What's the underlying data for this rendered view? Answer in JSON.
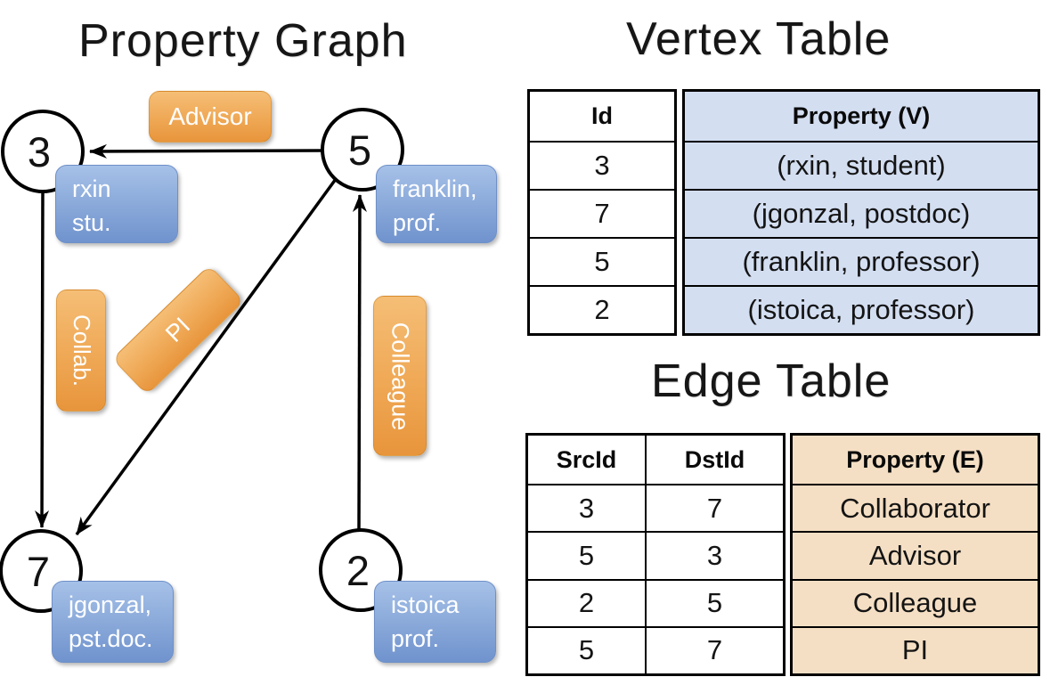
{
  "graph": {
    "title": "Property Graph",
    "vertices": [
      {
        "id": "3",
        "label_lines": [
          "rxin",
          "stu."
        ]
      },
      {
        "id": "5",
        "label_lines": [
          "franklin,",
          "prof."
        ]
      },
      {
        "id": "7",
        "label_lines": [
          "jgonzal,",
          "pst.doc."
        ]
      },
      {
        "id": "2",
        "label_lines": [
          "istoica",
          "prof."
        ]
      }
    ],
    "edge_labels": {
      "advisor": "Advisor",
      "collab": "Collab.",
      "pi": "PI",
      "colleague": "Colleague"
    },
    "edges": [
      {
        "from": "5",
        "to": "3",
        "label": "Advisor"
      },
      {
        "from": "3",
        "to": "7",
        "label": "Collab."
      },
      {
        "from": "5",
        "to": "7",
        "label": "PI"
      },
      {
        "from": "2",
        "to": "5",
        "label": "Colleague"
      }
    ]
  },
  "vertex_table": {
    "title": "Vertex Table",
    "columns": [
      "Id",
      "Property (V)"
    ],
    "rows": [
      [
        "3",
        "(rxin, student)"
      ],
      [
        "7",
        "(jgonzal, postdoc)"
      ],
      [
        "5",
        "(franklin, professor)"
      ],
      [
        "2",
        "(istoica, professor)"
      ]
    ]
  },
  "edge_table": {
    "title": "Edge Table",
    "columns": [
      "SrcId",
      "DstId",
      "Property (E)"
    ],
    "rows": [
      [
        "3",
        "7",
        "Collaborator"
      ],
      [
        "5",
        "3",
        "Advisor"
      ],
      [
        "2",
        "5",
        "Colleague"
      ],
      [
        "5",
        "7",
        "PI"
      ]
    ]
  },
  "colors": {
    "edge_label_orange_top": "#F5BE76",
    "edge_label_orange_bottom": "#E8953C",
    "vertex_label_blue_top": "#A6C1E8",
    "vertex_label_blue_bottom": "#7093CE",
    "vertex_property_fill": "#D3DEF1",
    "edge_property_fill": "#F5DFC4",
    "stroke": "#000000"
  }
}
